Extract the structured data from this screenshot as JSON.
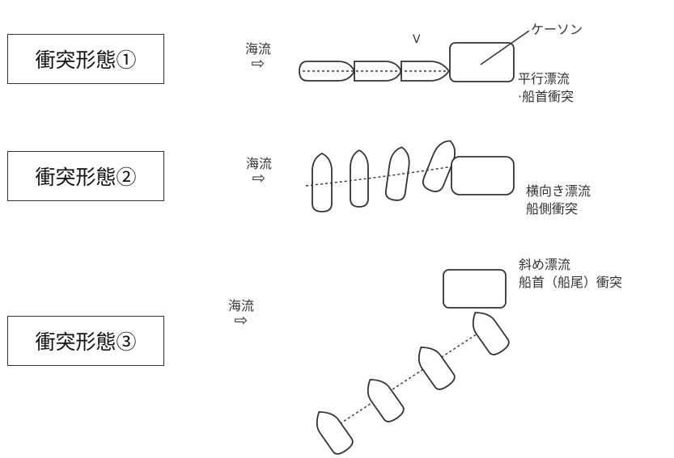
{
  "labels": {
    "form1": "衝突形態①",
    "form2": "衝突形態②",
    "form3": "衝突形態③"
  },
  "diagram": {
    "current_label": "海流",
    "current_arrow": "⇨",
    "caisson_label": "ケーソン",
    "v_mark": "V",
    "case1_line1": "平行漂流",
    "case1_line2": "船首衝突",
    "case1_bullet": "·",
    "case2_line1": "横向き漂流",
    "case2_line2": "船側衝突",
    "case3_line1": "斜め漂流",
    "case3_line2": "船首（船尾）衝突"
  }
}
